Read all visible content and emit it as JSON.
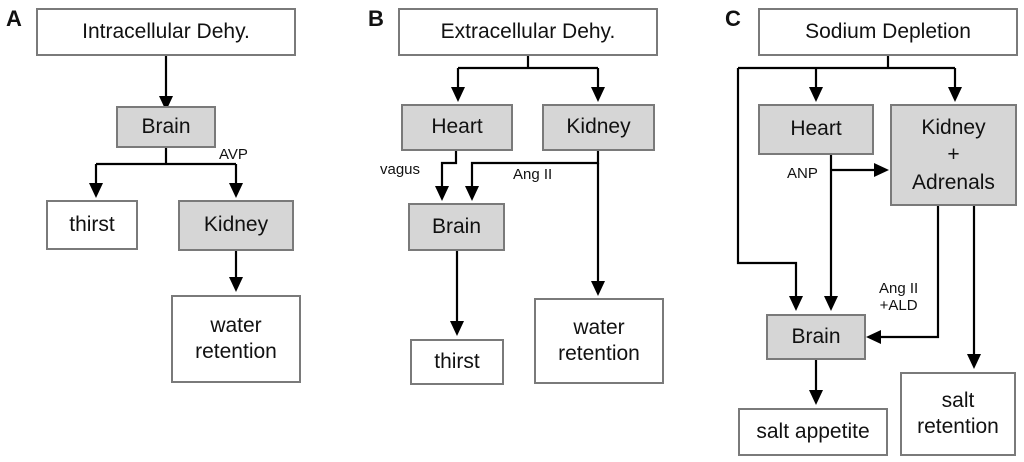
{
  "panels": {
    "a": {
      "letter": "A",
      "top_box": "Intracellular Dehy.",
      "brain": "Brain",
      "avp_label": "AVP",
      "thirst": "thirst",
      "kidney": "Kidney",
      "water_retention": "water\nretention"
    },
    "b": {
      "letter": "B",
      "top_box": "Extracellular Dehy.",
      "heart": "Heart",
      "kidney": "Kidney",
      "vagus_label": "vagus",
      "ang_label": "Ang II",
      "brain": "Brain",
      "thirst": "thirst",
      "water_retention": "water\nretention"
    },
    "c": {
      "letter": "C",
      "top_box": "Sodium Depletion",
      "heart": "Heart",
      "kidney_adrenals": "Kidney\n+\nAdrenals",
      "anp_label": "ANP",
      "ang_ald_label": "Ang II\n+ALD",
      "brain": "Brain",
      "salt_appetite": "salt appetite",
      "salt_retention": "salt\nretention"
    }
  },
  "colors": {
    "gray_box": "#d6d6d6",
    "border": "#7a7a7a",
    "arrow": "#000000"
  }
}
